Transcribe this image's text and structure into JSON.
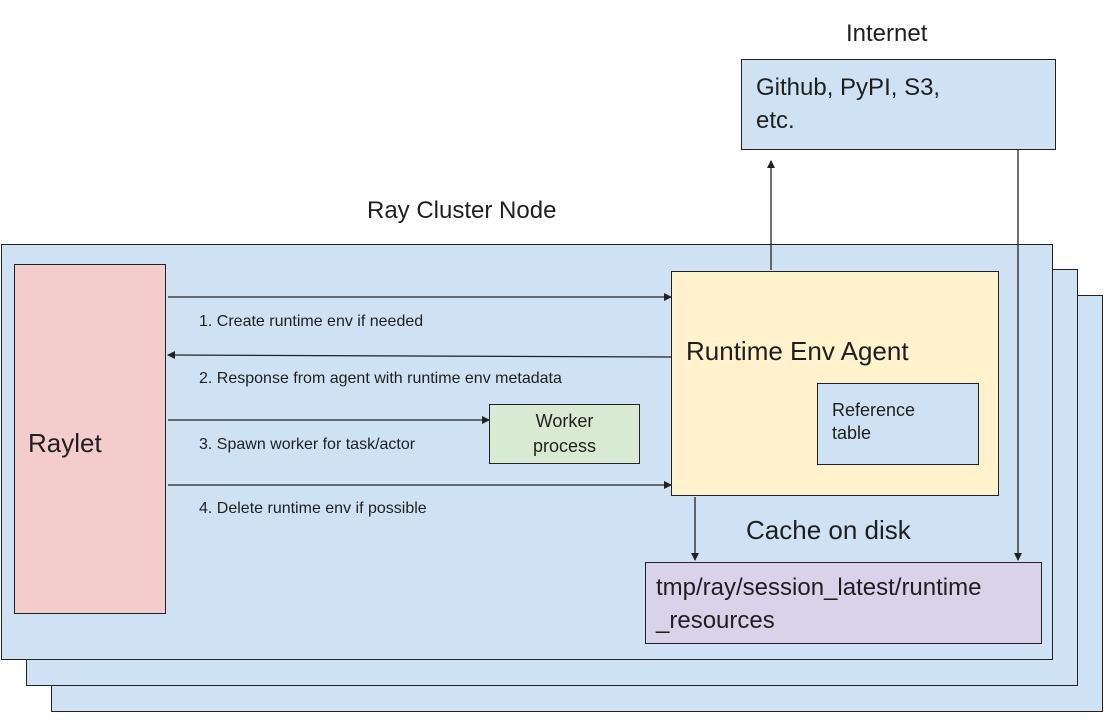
{
  "diagram": {
    "internet_label": "Internet",
    "internet_box_text": [
      "Github, PyPI, S3,",
      "etc."
    ],
    "cluster_node_label": "Ray Cluster Node",
    "raylet_label": "Raylet",
    "agent_label": "Runtime Env Agent",
    "reference_table_text": [
      "Reference",
      "table"
    ],
    "worker_text": [
      "Worker",
      "process"
    ],
    "cache_label": "Cache on disk",
    "cache_path_text": [
      "tmp/ray/session_latest/runtime",
      "_resources"
    ],
    "steps": [
      "1. Create runtime env if needed",
      "2. Response from agent with runtime env metadata",
      "3. Spawn worker for task/actor",
      "4. Delete runtime env if possible"
    ],
    "colors": {
      "node_fill": "#cfe2f3",
      "raylet_fill": "#f4cccc",
      "agent_fill": "#fff2cc",
      "worker_fill": "#d9ead3",
      "cache_fill": "#d9d2e9",
      "internet_fill": "#cfe2f3"
    }
  }
}
